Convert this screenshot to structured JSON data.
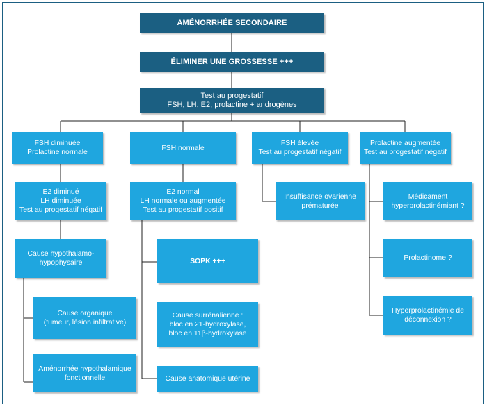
{
  "nodes": {
    "root": "AMÉNORRHÉE SECONDAIRE",
    "grossesse": "ÉLIMINER UNE GROSSESSE +++",
    "test": "Test au progestatif\nFSH, LH, E2, prolactine + androgènes",
    "fsh_diminuee": "FSH diminuée\nProlactine normale",
    "fsh_normale": "FSH normale",
    "fsh_elevee": "FSH élevée\nTest au progestatif négatif",
    "prolactine_augmentee": "Prolactine augmentée\nTest au progestatif négatif",
    "e2_diminue": "E2 diminué\nLH diminuée\nTest au progestatif négatif",
    "e2_normal": "E2 normal\nLH normale ou augmentée\nTest au progestatif positif",
    "insuffisance": "Insuffisance ovarienne\nprématurée",
    "medicament": "Médicament\nhyperprolactinémiant ?",
    "cause_hypothalamo": "Cause hypothalamo-\nhypophysaire",
    "sopk": "SOPK +++",
    "prolactinome": "Prolactinome ?",
    "cause_organique": "Cause organique\n(tumeur, lésion infiltrative)",
    "cause_surrenalienne": "Cause surrénalienne :\nbloc en 21-hydroxylase,\nbloc en 11β-hydroxylase",
    "hyperprolactinemie": "Hyperprolactinémie de\ndéconnexion ?",
    "amenorrhee_fonctionnelle": "Aménorrhée hypothalamique\nfonctionnelle",
    "cause_anatomique": "Cause anatomique utérine"
  },
  "colors": {
    "dark": "#1b5f82",
    "light": "#1fa6df",
    "line": "#222222"
  }
}
